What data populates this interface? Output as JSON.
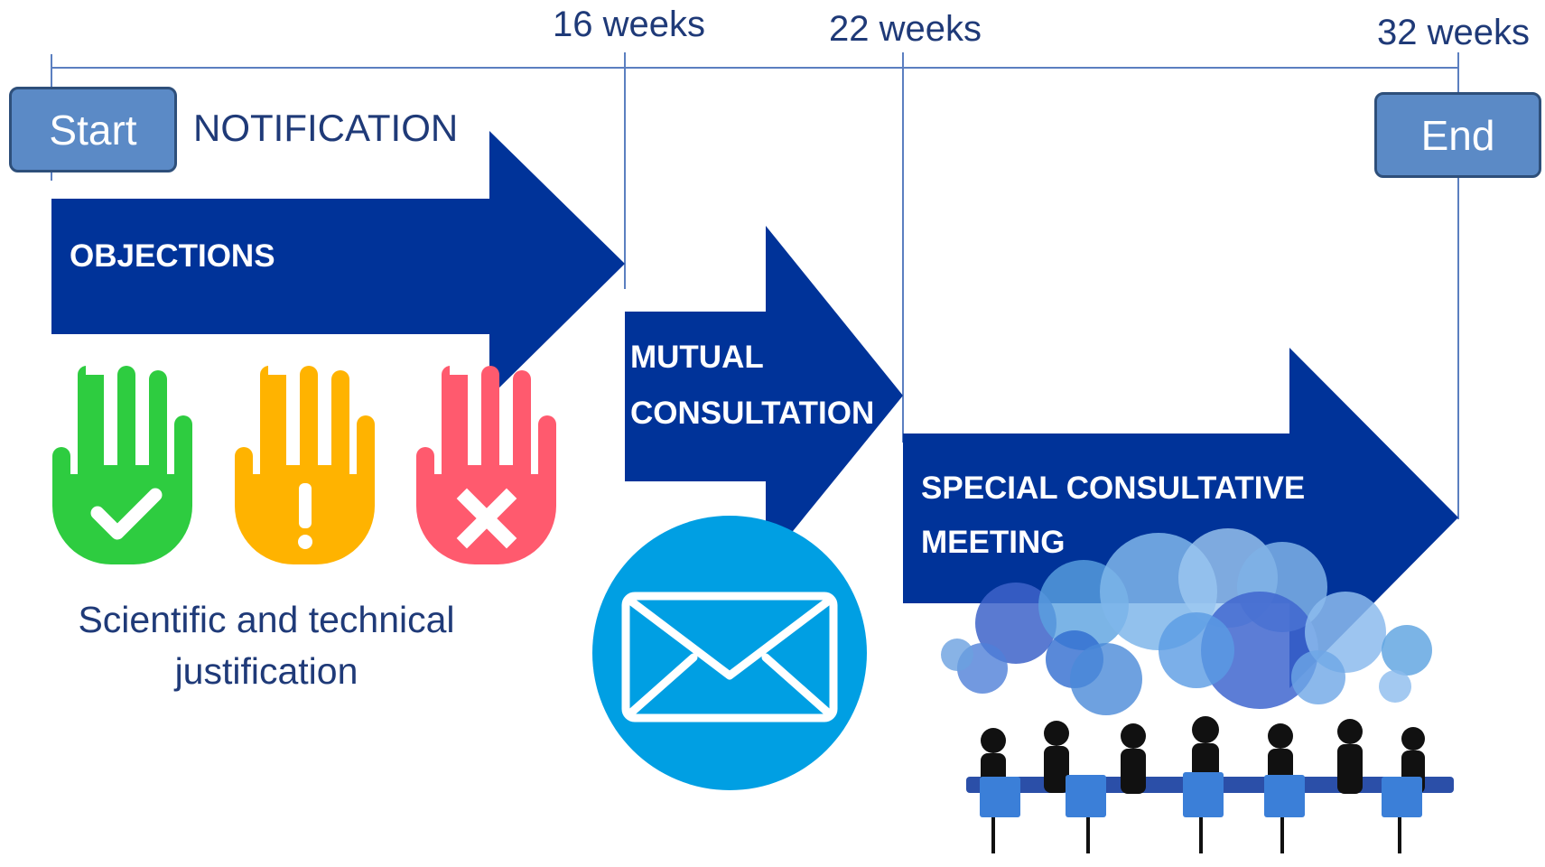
{
  "timeline": {
    "weeks": [
      "16 weeks",
      "22 weeks",
      "32 weeks"
    ],
    "start_label": "Start",
    "end_label": "End"
  },
  "notification": "NOTIFICATION",
  "phases": [
    {
      "id": "objections",
      "lines": [
        "OBJECTIONS"
      ]
    },
    {
      "id": "mutual",
      "lines": [
        "MUTUAL",
        "CONSULTATION"
      ]
    },
    {
      "id": "special",
      "lines": [
        "SPECIAL CONSULTATIVE",
        "MEETING"
      ]
    }
  ],
  "caption_lines": [
    "Scientific and technical",
    "justification"
  ],
  "colors": {
    "arrow": "#003399",
    "timeline": "#5b7fc0",
    "box_fill": "#5b8ac6",
    "text": "#1f3a78",
    "hand_green": "#2ecc40",
    "hand_orange": "#ffb300",
    "hand_red": "#ff5a6e",
    "mail": "#009fe3"
  },
  "icons": [
    "hand-check-icon",
    "hand-warning-icon",
    "hand-cross-icon",
    "envelope-icon",
    "meeting-icon"
  ]
}
